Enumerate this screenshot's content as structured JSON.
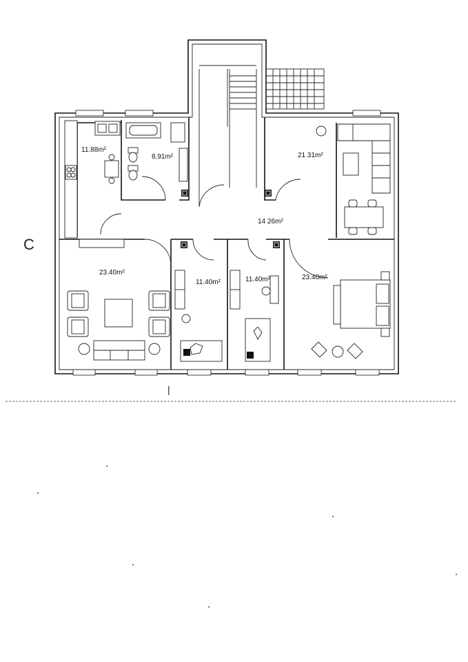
{
  "rooms": {
    "kitchen": "11.88m²",
    "bathroom": "8,91m²",
    "living_right": "21 31m²",
    "hallway": "14 26m²",
    "living_left": "23.40m²",
    "room_a": "11.40m²",
    "room_b": "11.40m²",
    "bedroom": "23.40m²"
  },
  "side_mark": "C",
  "bottom_mark": "|"
}
